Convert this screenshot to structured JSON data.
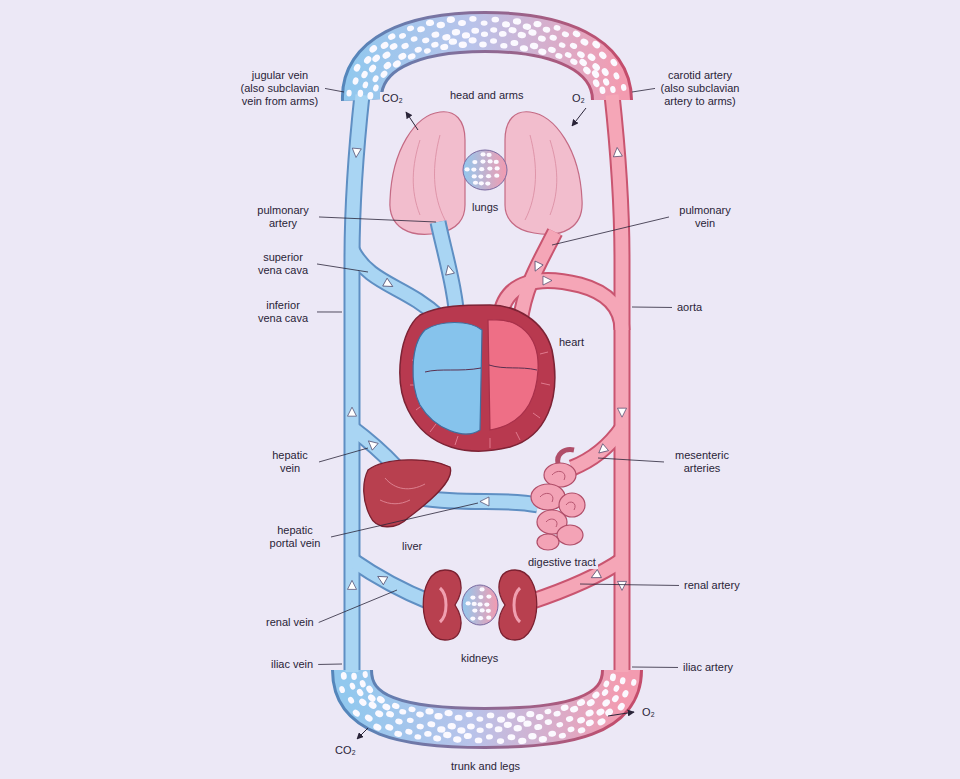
{
  "diagram": {
    "labels": [
      "jugular vein (also subclavian vein from arms)",
      "head and arms",
      "carotid artery (also subclavian artery to arms)",
      "CO₂",
      "O₂",
      "pulmonary artery",
      "lungs",
      "pulmonary vein",
      "superior vena cava",
      "inferior vena cava",
      "aorta",
      "heart",
      "hepatic vein",
      "mesenteric arteries",
      "liver",
      "hepatic portal vein",
      "digestive tract",
      "renal artery",
      "renal vein",
      "kidneys",
      "iliac vein",
      "iliac artery",
      "CO₂",
      "O₂",
      "trunk and legs"
    ]
  }
}
